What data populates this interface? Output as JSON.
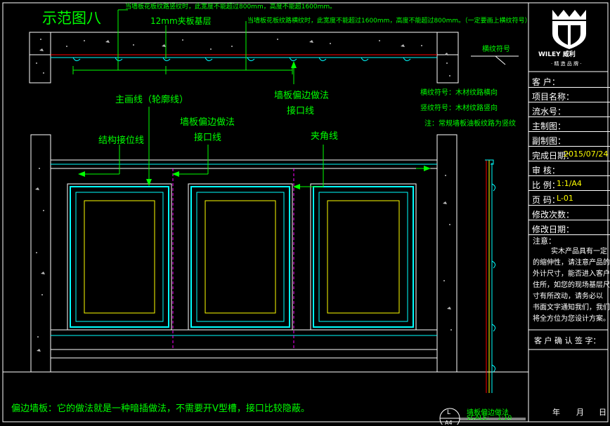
{
  "drawing": {
    "title": "示范图八",
    "top_note_1": "当墙板花板纹路竖纹时，此宽度不能超过800mm，高度不能超1600mm。",
    "top_note_2": "当墙板花板纹路横纹时，此宽度不能超过1600mm，高度不能超过800mm。（一定要画上横纹符号）",
    "substrate_label": "12mm夹板基层",
    "grain_symbol_label": "横纹符号",
    "wallpanel_edge_top": "墙板偏边做法",
    "joint_line_top": "接口线",
    "legend_horizontal": "横纹符号：木材纹路横向",
    "legend_vertical": "竖纹符号：木材纹路竖向",
    "legend_note": "注：常规墙板油板纹路为竖纹",
    "main_line_label": "主画线（轮廓线）",
    "wallpanel_edge_mid": "墙板偏边做法",
    "joint_line_mid": "接口线",
    "structure_joint_label": "结构接位线",
    "corner_line_label": "夹角线",
    "bottom_note": "偏边墙板：它的做法就是一种暗插做法，不需要开V型槽，接口比较隐蔽。",
    "detail_name": "墙板偏边做法",
    "detail_num_top": "L",
    "detail_num_bottom": "A4",
    "scale_label": "SCALE:",
    "scale_value": "1:10"
  },
  "title_block": {
    "logo_text": "WILEY 威利",
    "logo_sub": "· 精 造 品 牌 ·",
    "rows": [
      {
        "label": "客  户：",
        "value": ""
      },
      {
        "label": "项目名称：",
        "value": ""
      },
      {
        "label": "流水号：",
        "value": ""
      },
      {
        "label": "主制图：",
        "value": ""
      },
      {
        "label": "副制图：",
        "value": ""
      },
      {
        "label": "完成日期：",
        "value": "2015/07/24"
      },
      {
        "label": "审  核：",
        "value": ""
      },
      {
        "label": "比  例：",
        "value": "1:1/A4"
      },
      {
        "label": "页  码：",
        "value": "L-01"
      },
      {
        "label": "修改次数：",
        "value": ""
      },
      {
        "label": "修改日期：",
        "value": ""
      }
    ],
    "notes_title": "注意：",
    "notes_lines": [
      "实木产品具有一定",
      "的缩伸性，请注意产品的",
      "外计尺寸，能否进入客户",
      "住所，如您的现场基层尺",
      "寸有所改动，请务必以",
      "书面文字通知我们，我们",
      "将全方位为您设计方案。"
    ],
    "signature_label": "客 户 确 认 签 字：",
    "date_year": "年",
    "date_month": "月",
    "date_day": "日"
  },
  "colors": {
    "green": "#00ff00",
    "cyan": "#00ffff",
    "yellow": "#ffff00",
    "magenta": "#ff00ff",
    "white": "#ffffff",
    "red": "#ff0000"
  }
}
